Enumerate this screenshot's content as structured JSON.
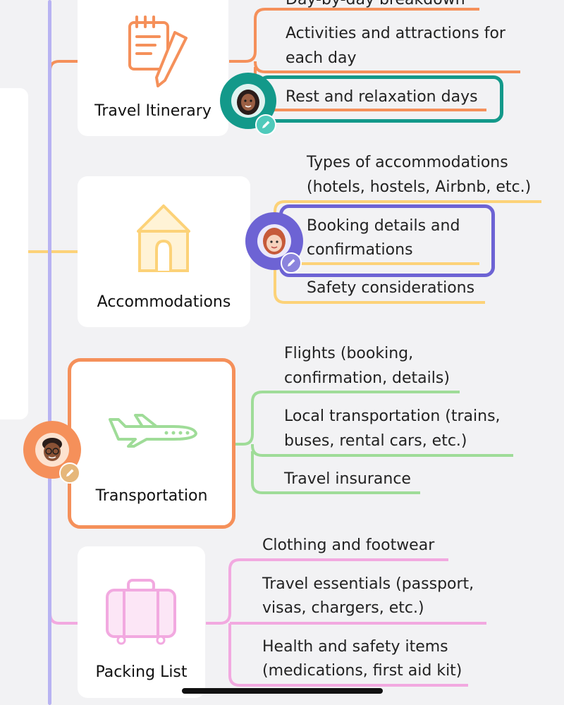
{
  "colors": {
    "itinerary": "#f5905a",
    "accommodations": "#fcd278",
    "transportation": "#9fdc98",
    "packing": "#f2a9e0",
    "spine": "#b8b3f2",
    "teal": "#13998a",
    "purple": "#6d63d4"
  },
  "sections": [
    {
      "title": "Travel Itinerary",
      "icon": "notepad-pencil-icon",
      "items": [
        "Day-by-day breakdown",
        "Activities and attractions for",
        "each day",
        "Rest and relaxation days"
      ]
    },
    {
      "title": "Accommodations",
      "icon": "house-icon",
      "items": [
        "Types of accommodations",
        "(hotels, hostels, Airbnb, etc.)",
        "Booking details and",
        "confirmations",
        "Safety considerations"
      ]
    },
    {
      "title": "Transportation",
      "icon": "airplane-icon",
      "items": [
        "Flights (booking,",
        "confirmation, details)",
        "Local transportation (trains,",
        "buses, rental cars, etc.)",
        "Travel insurance"
      ]
    },
    {
      "title": "Packing List",
      "icon": "suitcase-icon",
      "items": [
        "Clothing and footwear",
        "Travel essentials (passport,",
        "visas, chargers, etc.)",
        "Health and safety items",
        "(medications, first aid kit)"
      ]
    }
  ],
  "collaborators": [
    {
      "icon": "woman-avatar-icon",
      "ring": "#13998a"
    },
    {
      "icon": "redhead-avatar-icon",
      "ring": "#6d63d4"
    },
    {
      "icon": "man-avatar-icon",
      "ring": "#f5905a"
    }
  ]
}
